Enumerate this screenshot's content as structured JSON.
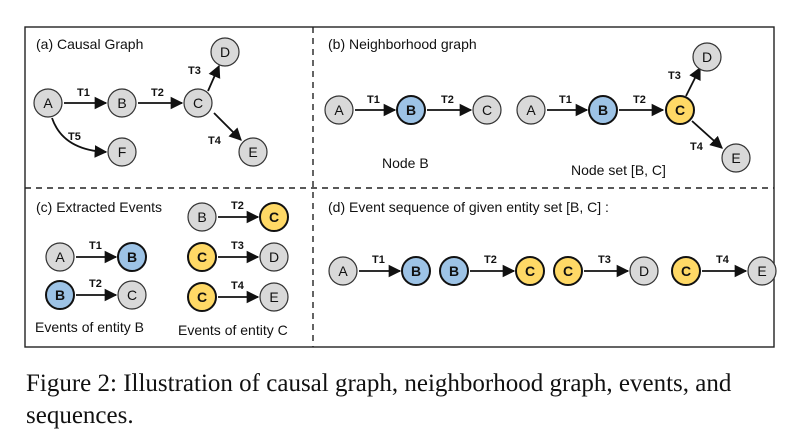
{
  "colors": {
    "grey": "#d9d9d9",
    "blue": "#9dc3e6",
    "yellow": "#ffd966",
    "stroke": "#333333"
  },
  "panels": {
    "a": {
      "title": "(a) Causal Graph"
    },
    "b": {
      "title": "(b) Neighborhood graph",
      "label_left": "Node B",
      "label_right": "Node set [B, C]"
    },
    "c": {
      "title": "(c) Extracted Events",
      "label_b": "Events of entity B",
      "label_c": "Events of entity C"
    },
    "d": {
      "title": "(d) Event sequence of given entity set [B, C] :"
    }
  },
  "nodes": {
    "A": "A",
    "B": "B",
    "C": "C",
    "D": "D",
    "E": "E",
    "F": "F"
  },
  "edges": {
    "T1": "T1",
    "T2": "T2",
    "T3": "T3",
    "T4": "T4",
    "T5": "T5"
  },
  "caption": "Figure 2: Illustration of causal graph, neighborhood graph, events, and sequences."
}
